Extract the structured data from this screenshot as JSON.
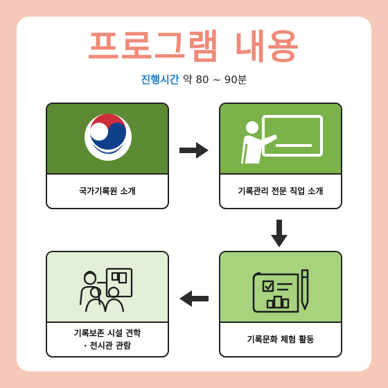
{
  "title": "프로그램 내용",
  "subtitle": {
    "label": "진행시간",
    "value": "약 80 ~ 90분"
  },
  "steps": [
    {
      "caption": "국가기록원 소개",
      "icon": "taegeuk-emblem-icon",
      "bg": "#5c8a34"
    },
    {
      "caption": "기록관리 전문 직업 소개",
      "icon": "teacher-board-icon",
      "bg": "#7bb24a"
    },
    {
      "caption": "기록문화 체험 활동",
      "icon": "blueprint-tools-icon",
      "bg": "#a7d37f"
    },
    {
      "caption_line1": "기록보존 시설 견학",
      "caption_line2": "· 전시관 관람",
      "icon": "tour-group-icon",
      "bg": "#e3efd6"
    }
  ],
  "colors": {
    "background": "#f6c8b9",
    "title": "#ef8a78",
    "accent": "#1f7fc4"
  }
}
